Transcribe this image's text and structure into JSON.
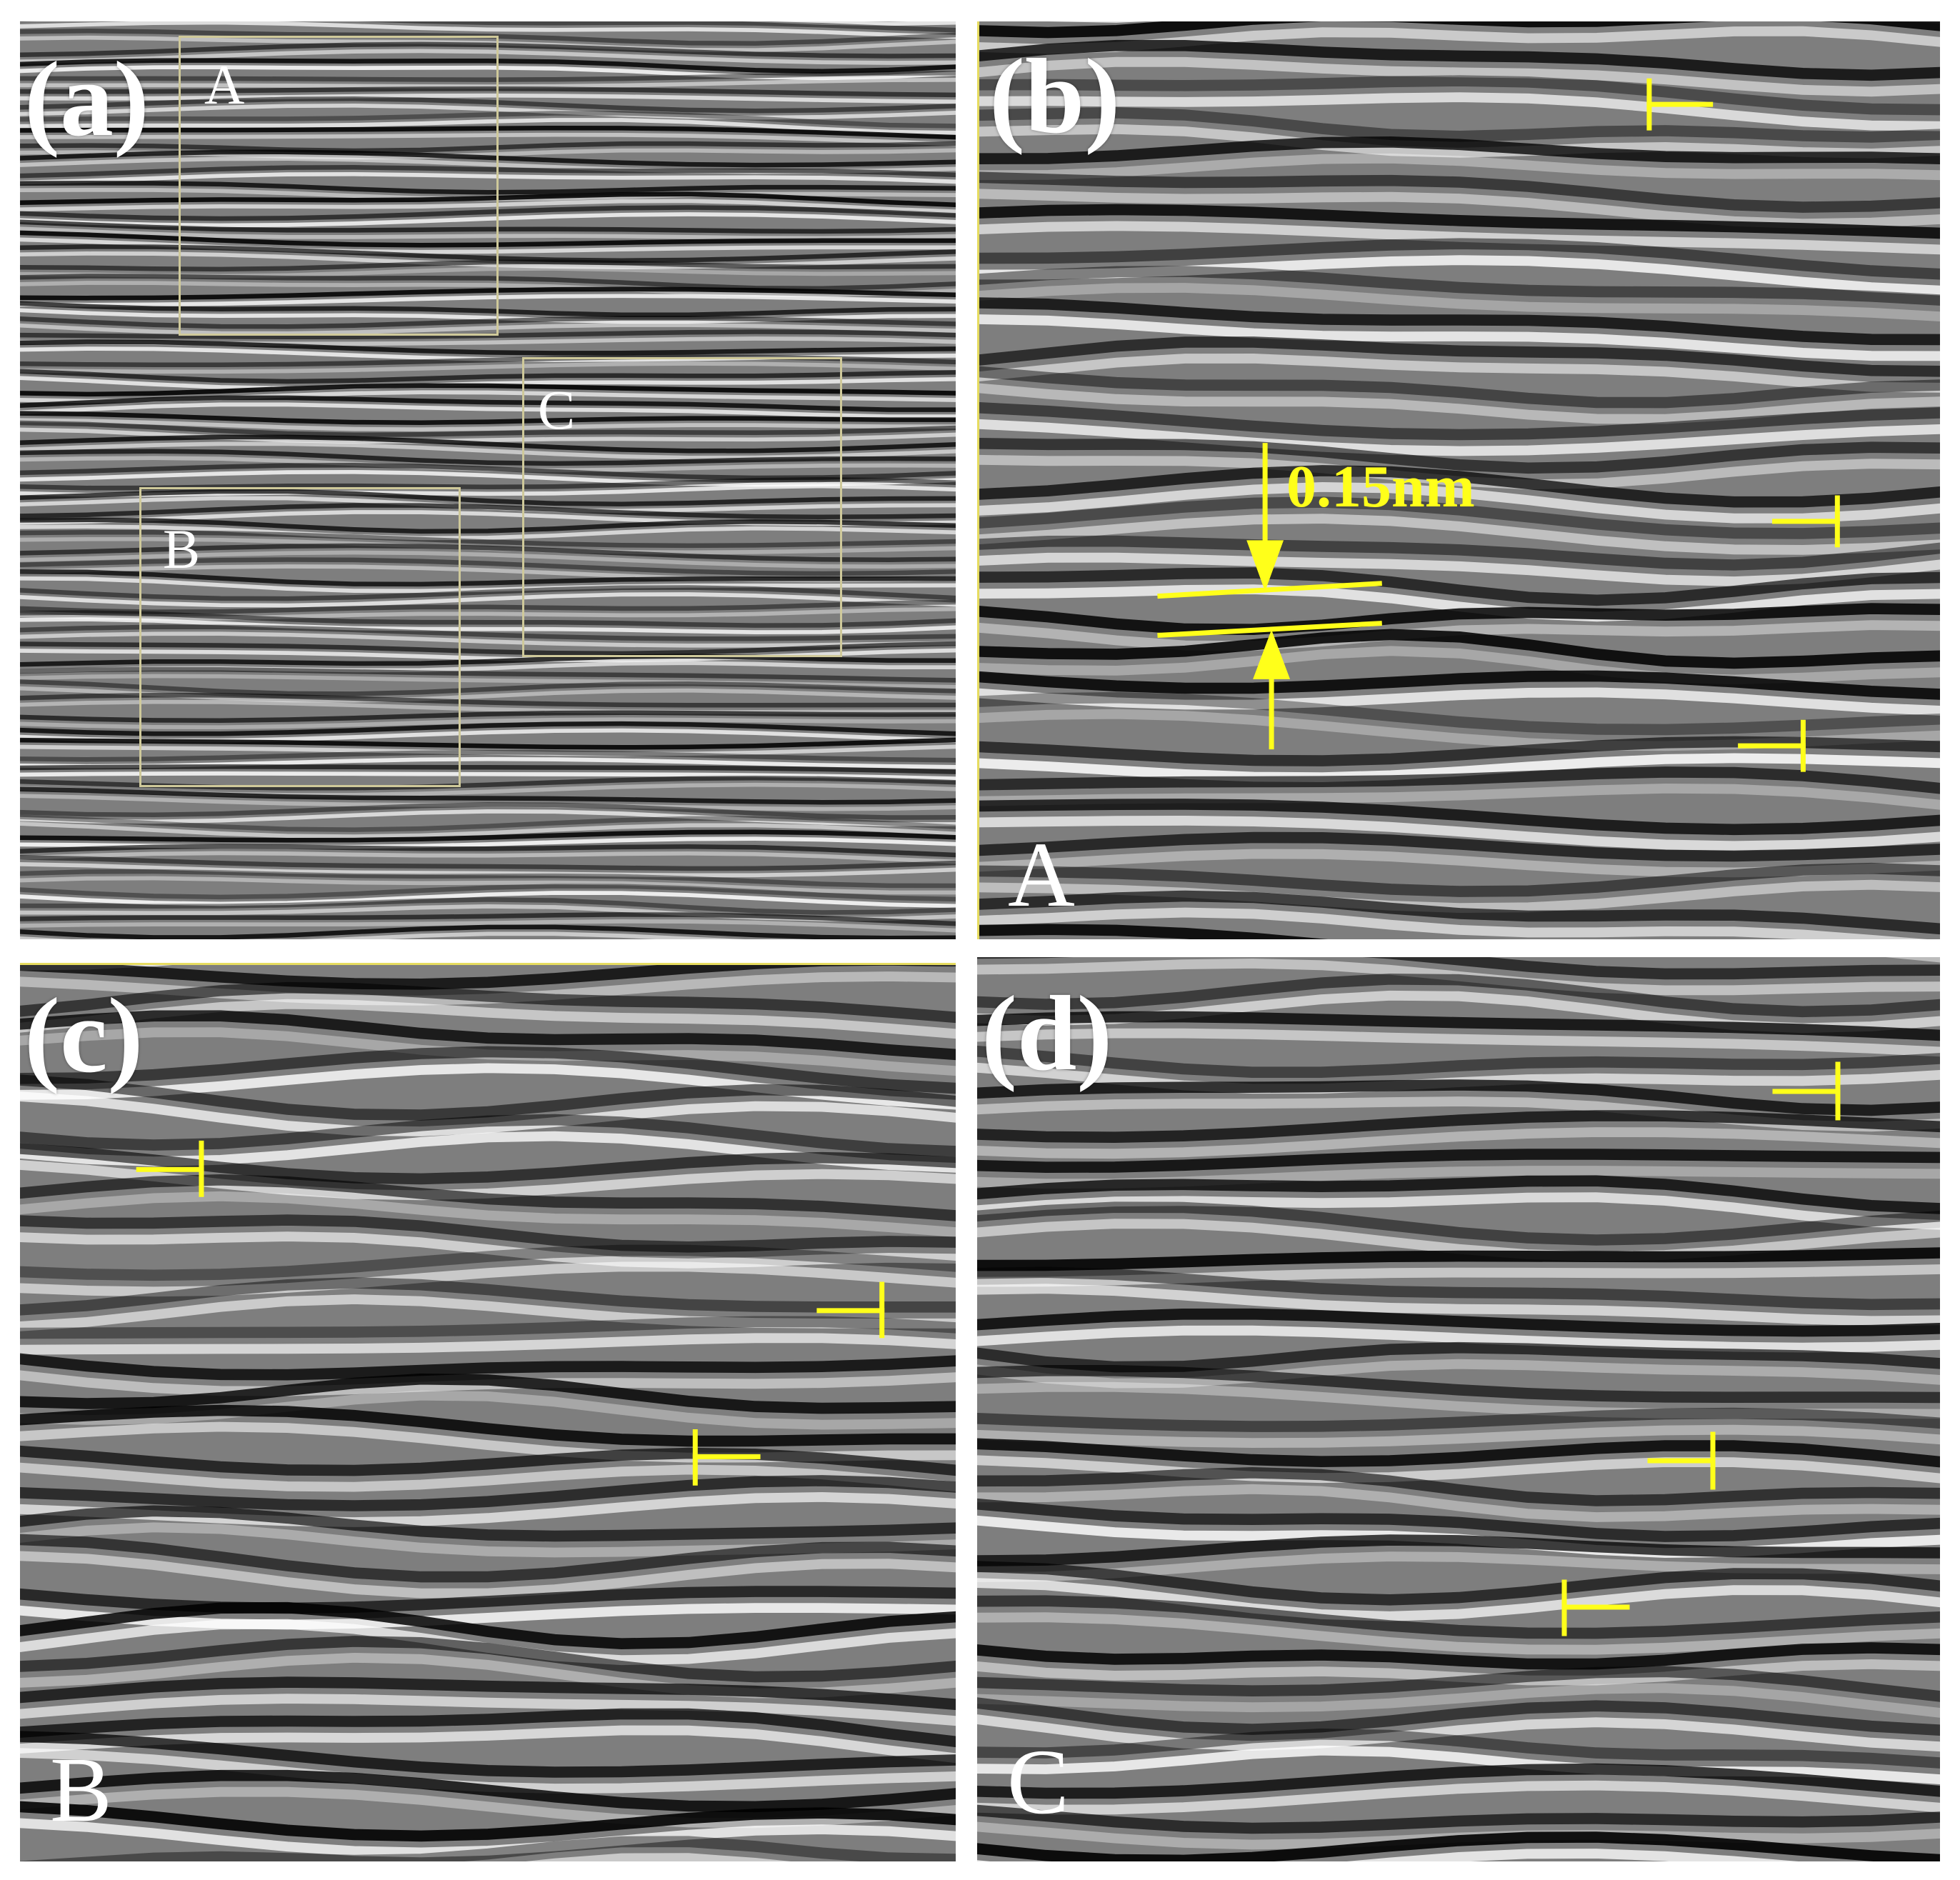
{
  "panels": {
    "a": {
      "label": "(a)"
    },
    "b": {
      "label": "(b)",
      "region": "A",
      "scale_bar": "0.15nm"
    },
    "c": {
      "label": "(c)",
      "region": "B"
    },
    "d": {
      "label": "(d)",
      "region": "C"
    }
  },
  "region_boxes": [
    {
      "label": "A"
    },
    {
      "label": "B"
    },
    {
      "label": "C"
    }
  ],
  "colors": {
    "annotation": "#ffff1a",
    "box_outline": "#cfc99a",
    "label": "#ffffff"
  },
  "icons": {
    "dislocation_marker": "edge-dislocation-symbol"
  }
}
